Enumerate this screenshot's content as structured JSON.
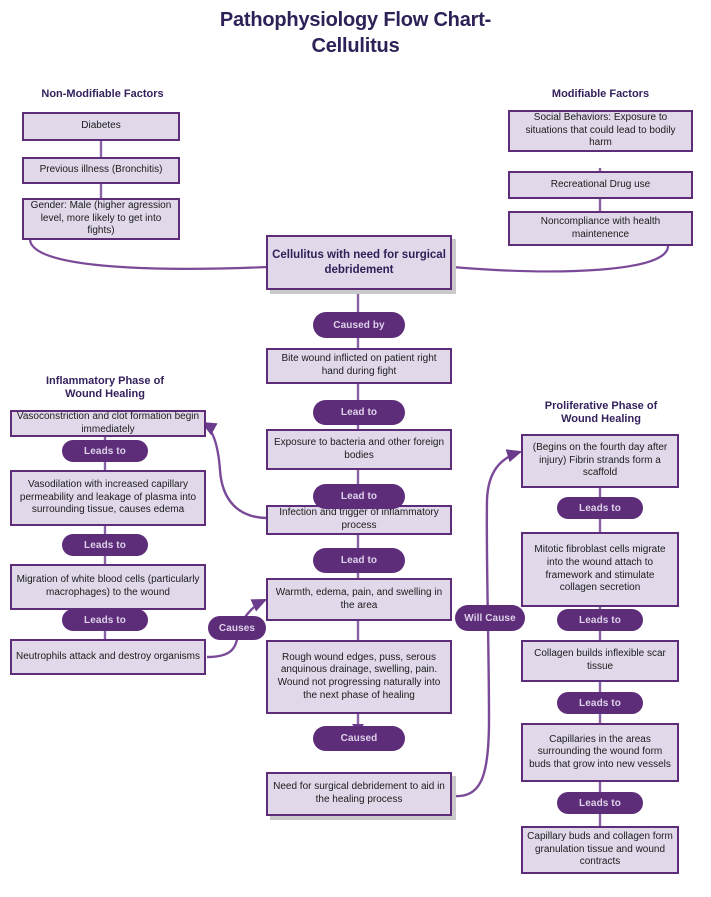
{
  "title": "Pathophysiology Flow Chart-\nCellulitus",
  "colors": {
    "box_fill": "#e1d9ea",
    "box_border": "#5d2d7a",
    "pill_fill": "#5d2d7a",
    "pill_text": "#ded2e8",
    "title_text": "#2e2157",
    "heading_text": "#35215c",
    "edge_stroke": "#6b3b8c"
  },
  "sections": {
    "non_modifiable": "Non-Modifiable Factors",
    "modifiable": "Modifiable Factors",
    "inflammatory": "Inflammatory Phase of\nWound Healing",
    "proliferative": "Proliferative Phase of\nWound Healing"
  },
  "non_modifiable_factors": [
    "Diabetes",
    "Previous illness (Bronchitis)",
    "Gender: Male (higher agression level, more likely to get into fights)"
  ],
  "modifiable_factors": [
    "Social Behaviors: Exposure to situations that could lead to bodily harm",
    "Recreational Drug use",
    "Noncompliance with health maintenence"
  ],
  "central": {
    "root": "Cellulitus with need for surgical debridement",
    "nodes": [
      "Bite wound inflicted on patient right hand during fight",
      "Exposure to bacteria and other foreign bodies",
      "Infection and trigger of inflammatory process",
      "Warmth, edema, pain, and swelling in the area",
      "Rough wound edges, puss, serous anquinous drainage, swelling, pain. Wound not progressing naturally into the next phase of healing",
      "Need for surgical debridement to aid in the healing process"
    ],
    "connectors": [
      "Caused by",
      "Lead to",
      "Lead to",
      "Lead to",
      "Caused"
    ]
  },
  "inflammatory_phase": {
    "nodes": [
      "Vasoconstriction and clot formation begin immediately",
      "Vasodilation with increased capillary permeability and leakage of plasma into surrounding tissue, causes edema",
      "Migration of white blood cells (particularly macrophages) to the wound",
      "Neutrophils attack and destroy organisms"
    ],
    "connectors": [
      "Leads to",
      "Leads to",
      "Leads to"
    ]
  },
  "proliferative_phase": {
    "nodes": [
      "(Begins on the fourth day after injury) Fibrin strands form a scaffold",
      "Mitotic fibroblast cells migrate into the wound attach to framework and stimulate collagen secretion",
      "Collagen builds inflexible scar tissue",
      "Capillaries in the areas surrounding the wound form buds that grow into new vessels",
      "Capillary buds and collagen form granulation tissue and wound contracts"
    ],
    "connectors": [
      "Leads to",
      "Leads to",
      "Leads to",
      "Leads to"
    ]
  },
  "cross_links": {
    "causes": "Causes",
    "will_cause": "Will Cause"
  }
}
